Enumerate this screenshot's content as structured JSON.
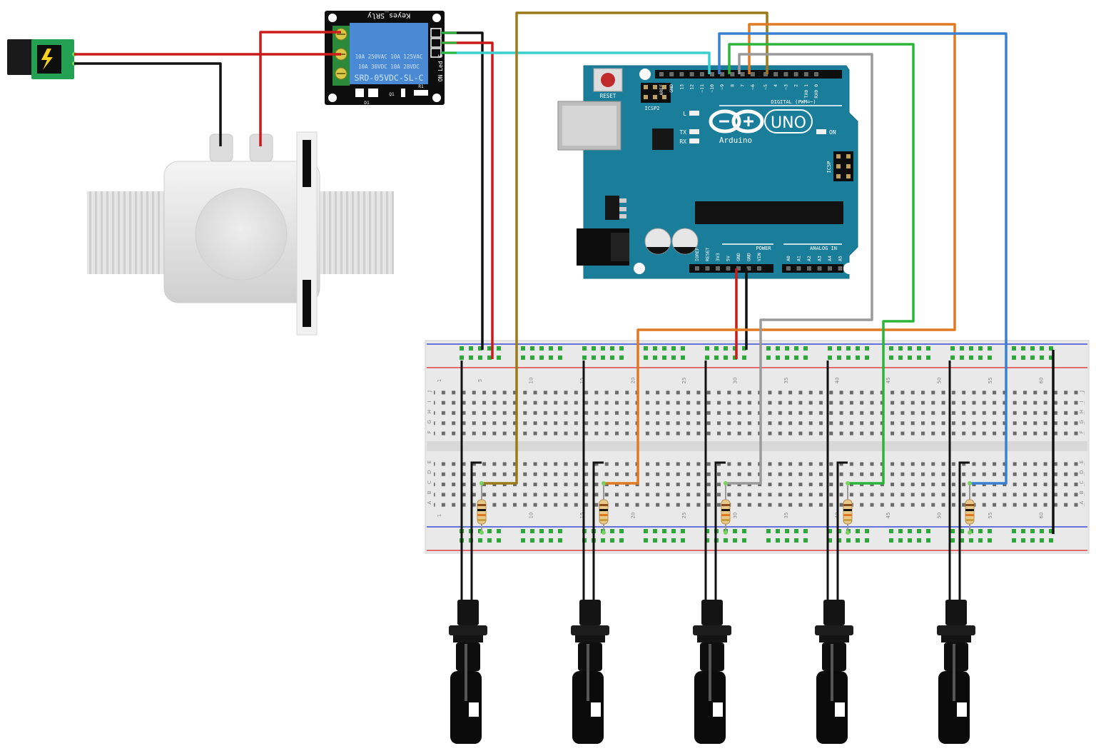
{
  "relay": {
    "brand": "Keyes_SRly",
    "model": "SRD-05VDC-SL-C",
    "rating_1": "10A 250VAC  10A 125VAC",
    "rating_2": "10A  30VDC  10A  28VDC",
    "led_label": "ON Led S",
    "diode_label": "D1",
    "transistor_label": "Q1",
    "resistor_label": "R1"
  },
  "arduino": {
    "reset_label": "RESET",
    "icsp2_label": "ICSP2",
    "icsp_label": "ICSP",
    "l_label": "L",
    "tx_label": "TX",
    "rx_label": "RX",
    "on_label": "ON",
    "uno_label": "UNO",
    "brand_label": "Arduino",
    "digital_label": "DIGITAL (PWM=~)",
    "power_label": "POWER",
    "analog_label": "ANALOG IN",
    "digital_pins": [
      "AREF",
      "GND",
      "13",
      "12",
      "~11",
      "~10",
      "~9",
      "8",
      "7",
      "~6",
      "~5",
      "4",
      "~3",
      "2",
      "TX0 1",
      "RX0 0"
    ],
    "power_pins": [
      "IOREF",
      "RESET",
      "3V3",
      "5V",
      "GND",
      "GND",
      "VIN"
    ],
    "analog_pins": [
      "A0",
      "A1",
      "A2",
      "A3",
      "A4",
      "A5"
    ]
  },
  "breadboard": {
    "column_numbers": [
      "1",
      "5",
      "10",
      "15",
      "20",
      "25",
      "30",
      "35",
      "40",
      "45",
      "50",
      "55",
      "60"
    ],
    "row_letters_top": [
      "J",
      "I",
      "H",
      "G",
      "F"
    ],
    "row_letters_bottom": [
      "E",
      "D",
      "C",
      "B",
      "A"
    ]
  },
  "colors": {
    "board": "#1a7e9a",
    "relay_body": "#4a8ad4",
    "wire_red": "#cc1a1a",
    "wire_black": "#111111",
    "wire_olive": "#9c7a1c",
    "wire_orange": "#e07a20",
    "wire_green": "#2bb53a",
    "wire_blue": "#3a80d0",
    "wire_gray": "#9a9a9a",
    "wire_cyan": "#3ad0d0"
  },
  "components": {
    "dc_jack": "power-jack",
    "valve": "solenoid-valve",
    "sensor_count": 5,
    "resistor_count": 5
  }
}
